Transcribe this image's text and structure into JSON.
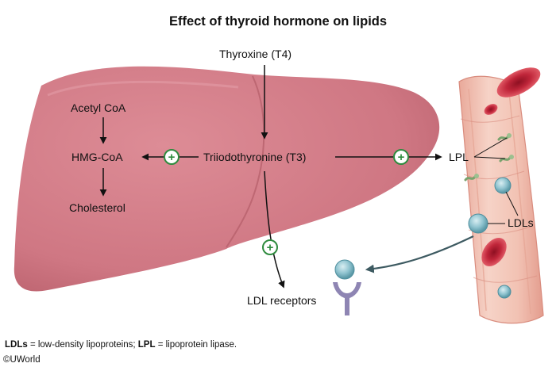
{
  "title": "Effect of thyroid hormone on lipids",
  "labels": {
    "thyroxine": "Thyroxine (T4)",
    "t3": "Triiodothyronine (T3)",
    "acetyl_coa": "Acetyl CoA",
    "hmg_coa": "HMG-CoA",
    "cholesterol": "Cholesterol",
    "lpl": "LPL",
    "ldls": "LDLs",
    "ldl_receptors": "LDL receptors"
  },
  "plus_symbol": "+",
  "footnote": {
    "abbr1": "LDLs",
    "def1": " = low-density lipoproteins; ",
    "abbr2": "LPL",
    "def2": " = lipoprotein lipase."
  },
  "copyright": "©UWorld",
  "colors": {
    "liver": "#d07a86",
    "vessel": "#f2c4b6",
    "rbc": "#c0263a",
    "plus_ring": "#2e8b3e",
    "receptor": "#8e85b3",
    "ldl_particle": "#8fc3cf",
    "curved_arrow": "#3d5a61"
  }
}
